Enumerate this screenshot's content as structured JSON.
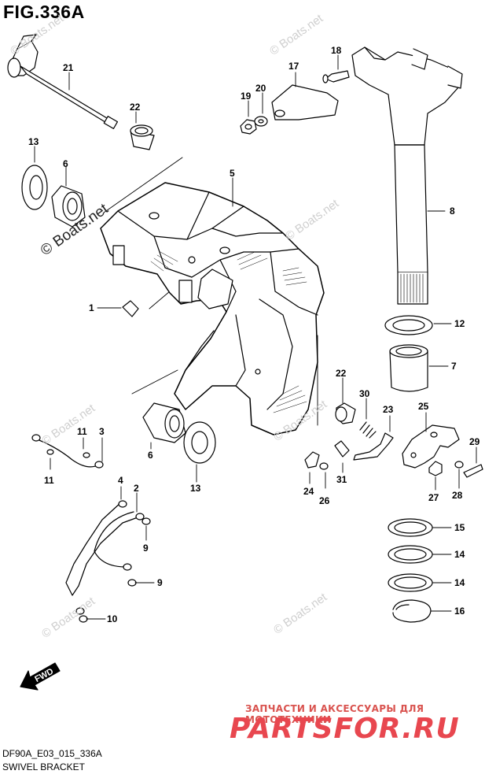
{
  "figure": {
    "title": "FIG.336A",
    "code": "DF90A_E03_015_336A",
    "name": "SWIVEL BRACKET"
  },
  "watermark": {
    "text": "© Boats.net"
  },
  "advert": {
    "caption": "ЗАПЧАСТИ И АКСЕССУАРЫ ДЛЯ МОТОТЕХНИКИ",
    "logo": "PARTSFOR.RU"
  },
  "fwd_label": "FWD",
  "callouts": [
    {
      "id": "c21",
      "text": "21"
    },
    {
      "id": "c22a",
      "text": "22"
    },
    {
      "id": "c13a",
      "text": "13"
    },
    {
      "id": "c6a",
      "text": "6"
    },
    {
      "id": "c5",
      "text": "5"
    },
    {
      "id": "c17",
      "text": "17"
    },
    {
      "id": "c18",
      "text": "18"
    },
    {
      "id": "c19",
      "text": "19"
    },
    {
      "id": "c20",
      "text": "20"
    },
    {
      "id": "c8",
      "text": "8"
    },
    {
      "id": "c1",
      "text": "1"
    },
    {
      "id": "c12",
      "text": "12"
    },
    {
      "id": "c7",
      "text": "7"
    },
    {
      "id": "c22b",
      "text": "22"
    },
    {
      "id": "c30",
      "text": "30"
    },
    {
      "id": "c23",
      "text": "23"
    },
    {
      "id": "c25",
      "text": "25"
    },
    {
      "id": "c29",
      "text": "29"
    },
    {
      "id": "c11a",
      "text": "11"
    },
    {
      "id": "c3",
      "text": "3"
    },
    {
      "id": "c11b",
      "text": "11"
    },
    {
      "id": "c6b",
      "text": "6"
    },
    {
      "id": "c13b",
      "text": "13"
    },
    {
      "id": "c24",
      "text": "24"
    },
    {
      "id": "c26",
      "text": "26"
    },
    {
      "id": "c31",
      "text": "31"
    },
    {
      "id": "c27",
      "text": "27"
    },
    {
      "id": "c28",
      "text": "28"
    },
    {
      "id": "c4",
      "text": "4"
    },
    {
      "id": "c2",
      "text": "2"
    },
    {
      "id": "c9a",
      "text": "9"
    },
    {
      "id": "c9b",
      "text": "9"
    },
    {
      "id": "c10",
      "text": "10"
    },
    {
      "id": "c15",
      "text": "15"
    },
    {
      "id": "c14a",
      "text": "14"
    },
    {
      "id": "c14b",
      "text": "14"
    },
    {
      "id": "c16",
      "text": "16"
    }
  ]
}
